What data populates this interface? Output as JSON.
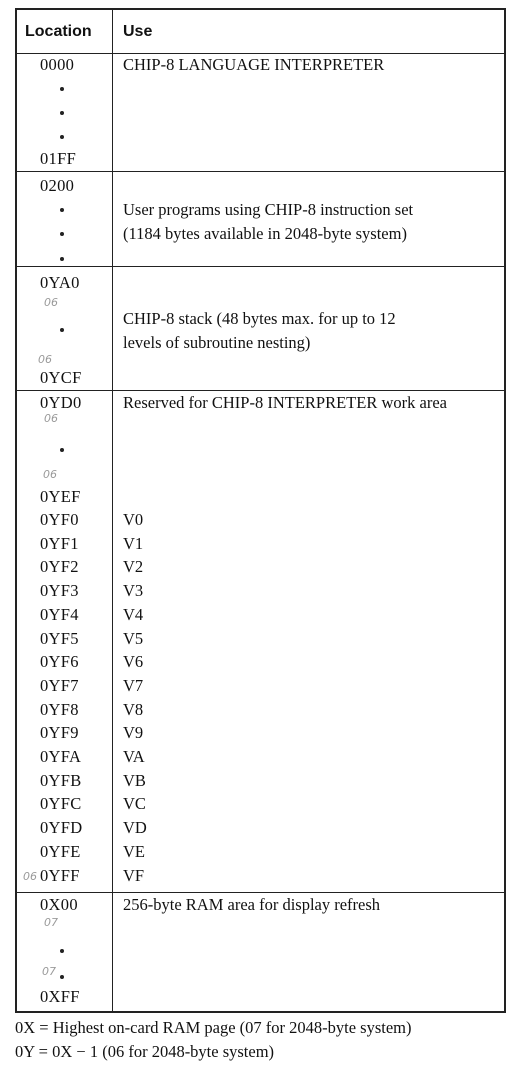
{
  "table": {
    "headers": {
      "location": "Location",
      "use": "Use"
    },
    "sections": [
      {
        "start": "0000",
        "end": "01FF",
        "use": [
          "CHIP-8 LANGUAGE INTERPRETER"
        ]
      },
      {
        "start": "0200",
        "use": [
          "User programs using CHIP-8 instruction set",
          "(1184 bytes available in 2048-byte system)"
        ]
      },
      {
        "start": "0YA0",
        "end": "0YCF",
        "use": [
          "CHIP-8 stack (48 bytes max. for up to 12",
          "levels of subroutine nesting)"
        ]
      },
      {
        "start": "0YD0",
        "end": "0YEF",
        "use": [
          "Reserved for CHIP-8 INTERPRETER work area"
        ]
      },
      {
        "start": "0X00",
        "end": "0XFF",
        "use": [
          "256-byte RAM area for display refresh"
        ]
      }
    ],
    "registers": [
      {
        "loc": "0YF0",
        "use": "V0"
      },
      {
        "loc": "0YF1",
        "use": "V1"
      },
      {
        "loc": "0YF2",
        "use": "V2"
      },
      {
        "loc": "0YF3",
        "use": "V3"
      },
      {
        "loc": "0YF4",
        "use": "V4"
      },
      {
        "loc": "0YF5",
        "use": "V5"
      },
      {
        "loc": "0YF6",
        "use": "V6"
      },
      {
        "loc": "0YF7",
        "use": "V7"
      },
      {
        "loc": "0YF8",
        "use": "V8"
      },
      {
        "loc": "0YF9",
        "use": "V9"
      },
      {
        "loc": "0YFA",
        "use": "VA"
      },
      {
        "loc": "0YFB",
        "use": "VB"
      },
      {
        "loc": "0YFC",
        "use": "VC"
      },
      {
        "loc": "0YFD",
        "use": "VD"
      },
      {
        "loc": "0YFE",
        "use": "VE"
      },
      {
        "loc": "0YFF",
        "use": "VF"
      }
    ]
  },
  "notes": [
    "0X = Highest on-card RAM page (07 for 2048-byte system)",
    "0Y = 0X − 1 (06 for 2048-byte system)"
  ]
}
